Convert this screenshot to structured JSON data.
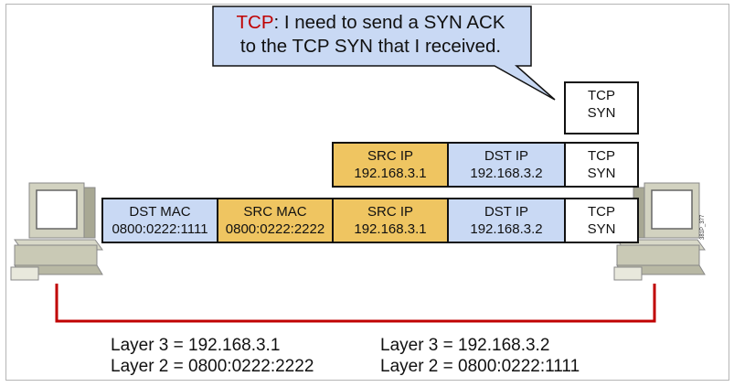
{
  "callout": {
    "speaker": "TCP",
    "line1_rest": ": I need to send a SYN ACK",
    "line2": "to the TCP SYN that I received."
  },
  "row_top": {
    "tcp": [
      "TCP",
      "SYN"
    ]
  },
  "row_middle": {
    "src_ip": [
      "SRC IP",
      "192.168.3.1"
    ],
    "dst_ip": [
      "DST IP",
      "192.168.3.2"
    ],
    "tcp": [
      "TCP",
      "SYN"
    ]
  },
  "row_bottom": {
    "dst_mac": [
      "DST MAC",
      "0800:0222:1111"
    ],
    "src_mac": [
      "SRC MAC",
      "0800:0222:2222"
    ],
    "src_ip": [
      "SRC IP",
      "192.168.3.1"
    ],
    "dst_ip": [
      "DST IP",
      "192.168.3.2"
    ],
    "tcp": [
      "TCP",
      "SYN"
    ]
  },
  "left_host": {
    "layer3": "Layer 3 = 192.168.3.1",
    "layer2": "Layer 2 = 0800:0222:2222"
  },
  "right_host": {
    "layer3": "Layer 3 = 192.168.3.2",
    "layer2": "Layer 2 = 0800:0222:1111"
  },
  "figure_code": "381P_377",
  "colors": {
    "blue_field": "#c9d9f4",
    "gold_field": "#efc561",
    "link": "#c00000",
    "speaker": "#c00000"
  }
}
